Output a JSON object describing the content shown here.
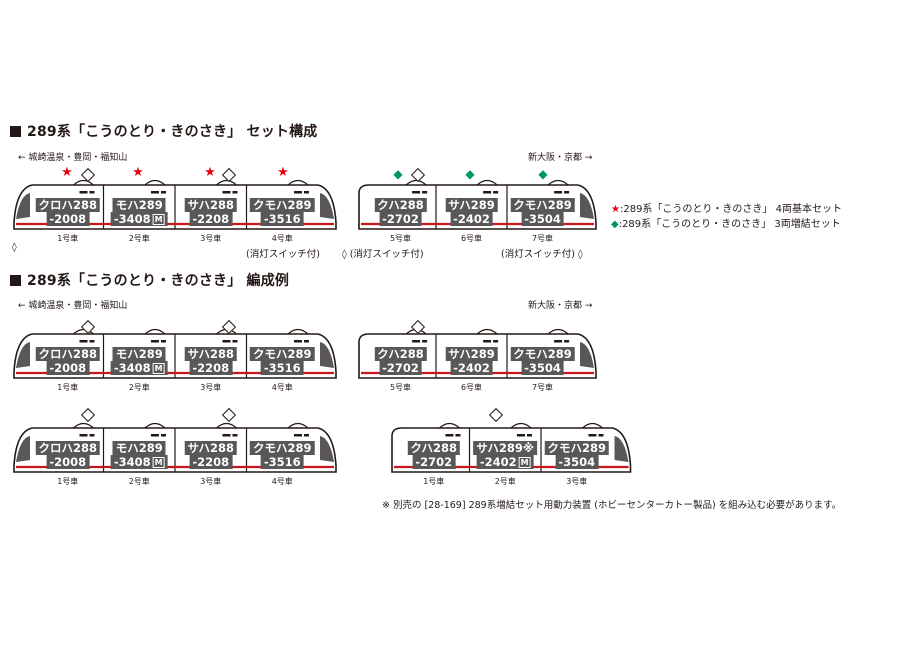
{
  "section1": {
    "heading": "289系「こうのとり・きのさき」 セット構成",
    "dir_left": "← 城崎温泉・豊岡・福知山",
    "dir_right": "新大阪・京都 →",
    "set_a": {
      "cars": [
        {
          "name": "クロハ288",
          "number": "-2008",
          "label": "1号車"
        },
        {
          "name": "モハ289",
          "number": "-3408",
          "motor": "M",
          "label": "2号車"
        },
        {
          "name": "サハ288",
          "number": "-2208",
          "label": "3号車"
        },
        {
          "name": "クモハ289",
          "number": "-3516",
          "label": "4号車"
        }
      ],
      "switch_note": "(消灯スイッチ付)"
    },
    "set_b": {
      "cars": [
        {
          "name": "クハ288",
          "number": "-2702",
          "label": "5号車"
        },
        {
          "name": "サハ289",
          "number": "-2402",
          "label": "6号車"
        },
        {
          "name": "クモハ289",
          "number": "-3504",
          "label": "7号車"
        }
      ],
      "switch_note_left": "(消灯スイッチ付)",
      "switch_note_right": "(消灯スイッチ付)"
    },
    "legend": {
      "star_symbol": "★",
      "star_text": ":289系「こうのとり・きのさき」 4両基本セット",
      "gem_symbol": "◆",
      "gem_text": ":289系「こうのとり・きのさき」 3両増結セット"
    },
    "colors": {
      "star": "#e60012",
      "gem": "#00975a"
    }
  },
  "section2": {
    "heading": "289系「こうのとり・きのさき」 編成例",
    "dir_left": "← 城崎温泉・豊岡・福知山",
    "dir_right": "新大阪・京都 →",
    "ex1_a": [
      {
        "name": "クロハ288",
        "number": "-2008",
        "label": "1号車"
      },
      {
        "name": "モハ289",
        "number": "-3408",
        "motor": "M",
        "label": "2号車"
      },
      {
        "name": "サハ288",
        "number": "-2208",
        "label": "3号車"
      },
      {
        "name": "クモハ289",
        "number": "-3516",
        "label": "4号車"
      }
    ],
    "ex1_b": [
      {
        "name": "クハ288",
        "number": "-2702",
        "label": "5号車"
      },
      {
        "name": "サハ289",
        "number": "-2402",
        "label": "6号車"
      },
      {
        "name": "クモハ289",
        "number": "-3504",
        "label": "7号車"
      }
    ],
    "ex2": [
      {
        "name": "クロハ288",
        "number": "-2008",
        "label": "1号車"
      },
      {
        "name": "モハ289",
        "number": "-3408",
        "motor": "M",
        "label": "2号車"
      },
      {
        "name": "サハ288",
        "number": "-2208",
        "label": "3号車"
      },
      {
        "name": "クモハ289",
        "number": "-3516",
        "label": "4号車"
      }
    ],
    "ex3": [
      {
        "name": "クハ288",
        "number": "-2702",
        "label": "1号車"
      },
      {
        "name": "サハ289",
        "number": "-2402",
        "motor": "M",
        "mark": "※",
        "label": "2号車"
      },
      {
        "name": "クモハ289",
        "number": "-3504",
        "label": "3号車"
      }
    ],
    "footnote": "※ 別売の [28-169] 289系増結セット用動力装置 (ホビーセンターカトー製品) を組み込む必要があります。"
  }
}
